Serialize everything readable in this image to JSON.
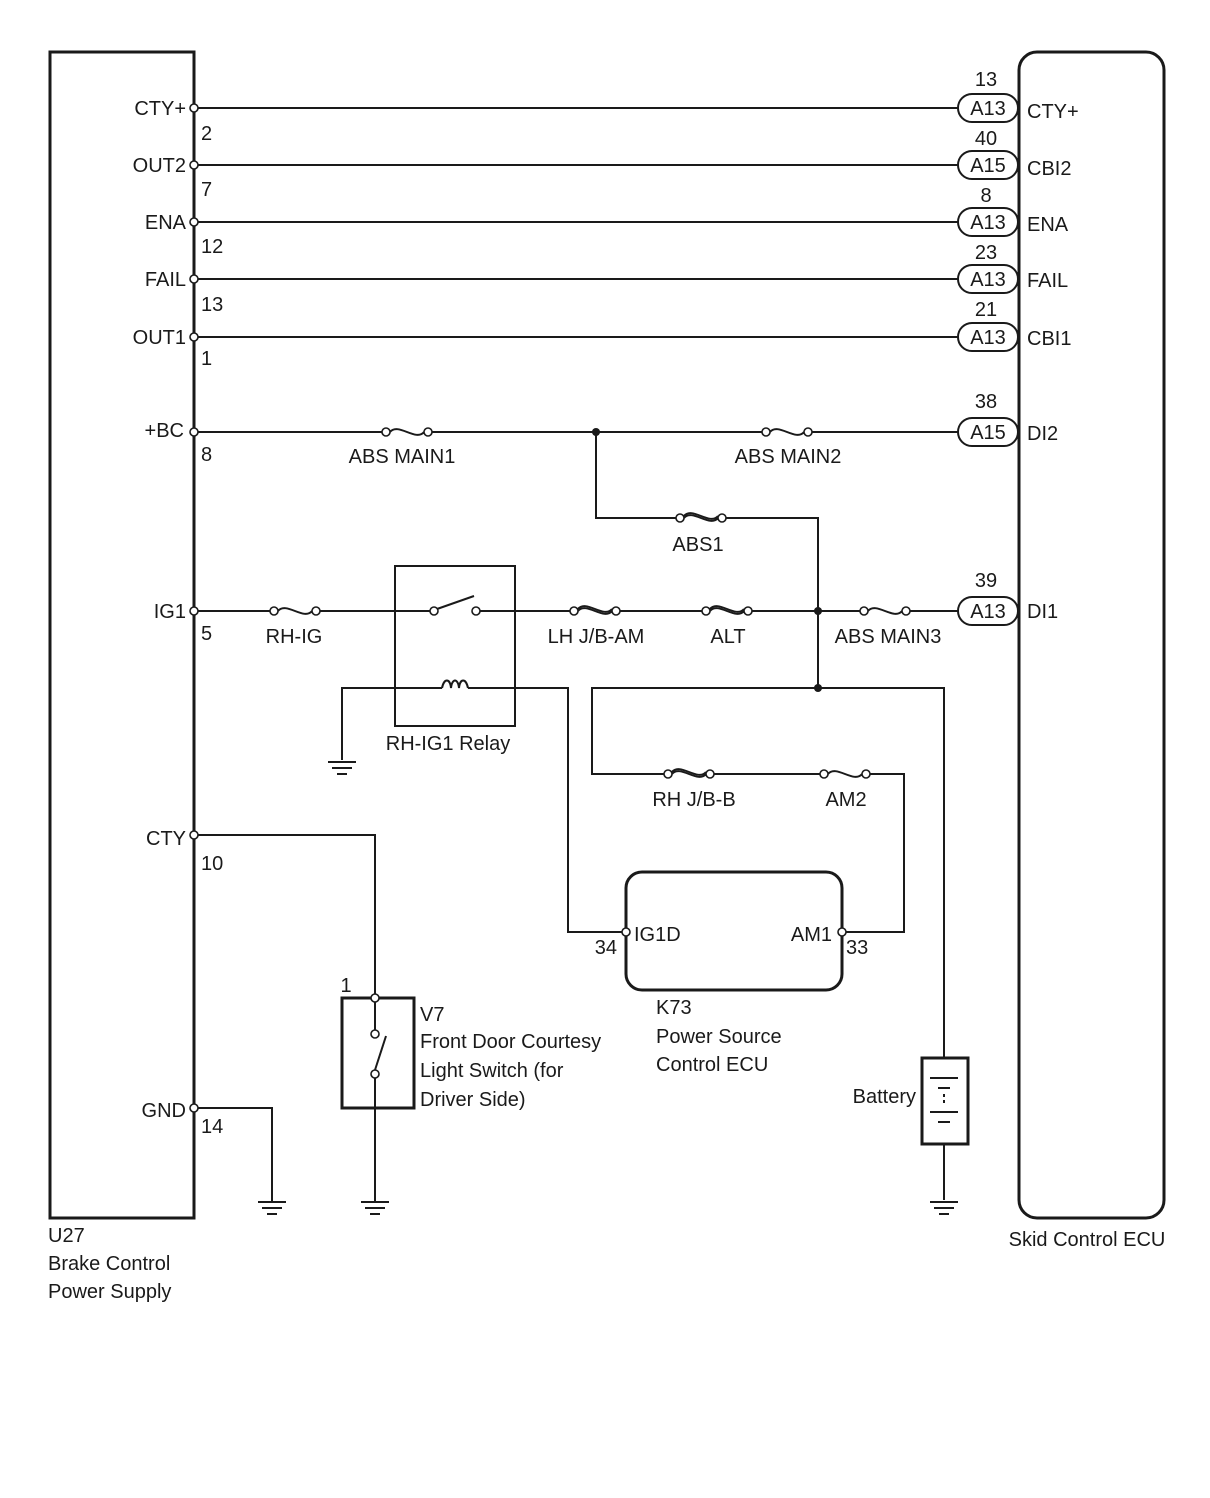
{
  "components": {
    "brake_supply": {
      "code": "U27",
      "name_line1": "Brake Control",
      "name_line2": "Power Supply"
    },
    "skid_ecu": {
      "name": "Skid Control ECU"
    },
    "relay": {
      "name": "RH-IG1 Relay"
    },
    "power_ecu": {
      "code": "K73",
      "name_line1": "Power Source",
      "name_line2": "Control ECU",
      "pin_left": "IG1D",
      "pin_right": "AM1",
      "pin_left_num": "34",
      "pin_right_num": "33"
    },
    "door_switch": {
      "code": "V7",
      "line1": "Front Door Courtesy",
      "line2": "Light Switch (for",
      "line3": "Driver Side)",
      "pin_num": "1"
    },
    "battery": {
      "name": "Battery"
    }
  },
  "signal_lines": [
    {
      "left_label": "CTY+",
      "left_pin": "2",
      "connector": "A13",
      "right_pin": "13",
      "right_label": "CTY+"
    },
    {
      "left_label": "OUT2",
      "left_pin": "7",
      "connector": "A15",
      "right_pin": "40",
      "right_label": "CBI2"
    },
    {
      "left_label": "ENA",
      "left_pin": "12",
      "connector": "A13",
      "right_pin": "8",
      "right_label": "ENA"
    },
    {
      "left_label": "FAIL",
      "left_pin": "13",
      "connector": "A13",
      "right_pin": "23",
      "right_label": "FAIL"
    },
    {
      "left_label": "OUT1",
      "left_pin": "1",
      "connector": "A13",
      "right_pin": "21",
      "right_label": "CBI1"
    }
  ],
  "power_line": {
    "left_label": "+BC",
    "left_pin": "8",
    "fuse1": "ABS MAIN1",
    "fuse2": "ABS MAIN2",
    "connector": "A15",
    "right_pin": "38",
    "right_label": "DI2",
    "fuse_branch": "ABS1"
  },
  "ig_line": {
    "left_label": "IG1",
    "left_pin": "5",
    "fuse_rh_ig": "RH-IG",
    "fuse_lh": "LH J/B-AM",
    "fuse_alt": "ALT",
    "fuse_main3": "ABS MAIN3",
    "connector": "A13",
    "right_pin": "39",
    "right_label": "DI1"
  },
  "am_line": {
    "fuse_rh_jb": "RH J/B-B",
    "fuse_am2": "AM2"
  },
  "cty_line": {
    "left_label": "CTY",
    "left_pin": "10"
  },
  "gnd_line": {
    "left_label": "GND",
    "left_pin": "14"
  }
}
